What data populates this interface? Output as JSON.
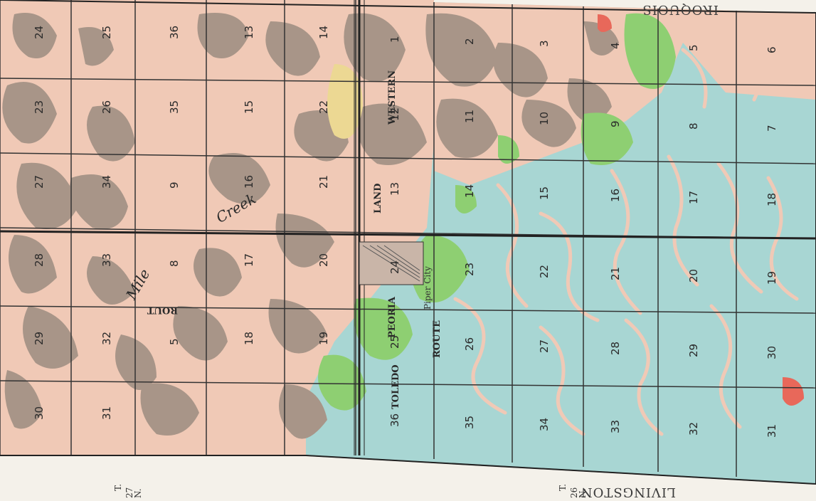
{
  "labels": {
    "top_right": "IROQUOIS",
    "bottom_right": "LIVINGSTON",
    "township_left": [
      "T.",
      "27",
      "N."
    ],
    "township_right": [
      "T.",
      "26",
      "N."
    ],
    "creek": "Creek",
    "mile": "Mile",
    "town_piper_city": "Piper City",
    "road_western": "WESTERN",
    "road_toledo": "TOLEDO",
    "road_peoria": "PEORIA",
    "road_route_a": "ROUTE",
    "road_route_b": "ROUT",
    "road_land": "LAND"
  },
  "colors": {
    "soil_149": "#b5a195",
    "soil_152": "#f0c9b6",
    "soil_147": "#a8d6d3",
    "soil_148": "#8ecf72",
    "soil_151": "#ecd893",
    "soil_146": "#e8685a",
    "grid": "#333333",
    "paper": "#f4f1ea"
  },
  "sections_left": [
    "24",
    "25",
    "36",
    "13",
    "14",
    "23",
    "26",
    "35",
    "15",
    "22",
    "27",
    "34",
    "9",
    "16",
    "21",
    "28",
    "33",
    "8",
    "17",
    "20",
    "29",
    "32",
    "5",
    "18",
    "19",
    "30",
    "31"
  ],
  "sections_right": [
    "1",
    "12",
    "13",
    "24",
    "25",
    "36",
    "2",
    "11",
    "14",
    "23",
    "26",
    "35",
    "3",
    "10",
    "15",
    "22",
    "27",
    "34",
    "4",
    "9",
    "16",
    "21",
    "28",
    "33",
    "5",
    "8",
    "17",
    "20",
    "29",
    "32",
    "6",
    "7",
    "18",
    "19",
    "30",
    "31"
  ]
}
